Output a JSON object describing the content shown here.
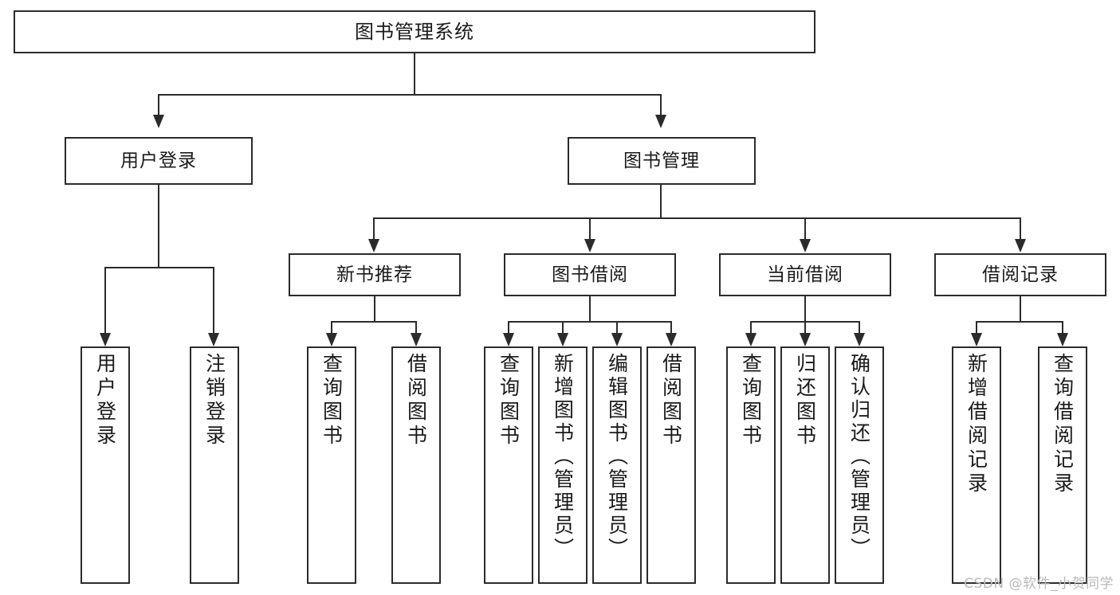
{
  "diagram": {
    "title": "图书管理系统",
    "type": "hierarchy-tree",
    "orientation": "top-down",
    "box_fill": "#ffffff",
    "box_stroke": "#2b2b2b",
    "connector_color": "#2b2b2b",
    "background": "#ffffff"
  },
  "root": {
    "label": "图书管理系统"
  },
  "level2": [
    {
      "label": "用户登录"
    },
    {
      "label": "图书管理"
    }
  ],
  "level3": [
    {
      "label": "新书推荐"
    },
    {
      "label": "图书借阅"
    },
    {
      "label": "当前借阅"
    },
    {
      "label": "借阅记录"
    }
  ],
  "leaves": {
    "user_login": [
      {
        "label": "用户登录"
      },
      {
        "label": "注销登录"
      }
    ],
    "new_book_recommend": [
      {
        "label": "查询图书"
      },
      {
        "label": "借阅图书"
      }
    ],
    "book_borrow": [
      {
        "label": "查询图书"
      },
      {
        "label": "新增图书（管理员）"
      },
      {
        "label": "编辑图书（管理员）"
      },
      {
        "label": "借阅图书"
      }
    ],
    "current_borrow": [
      {
        "label": "查询图书"
      },
      {
        "label": "归还图书"
      },
      {
        "label": "确认归还（管理员）"
      }
    ],
    "borrow_record": [
      {
        "label": "新增借阅记录"
      },
      {
        "label": "查询借阅记录"
      }
    ]
  },
  "watermark": {
    "text": "CSDN @软件_小贺同学"
  }
}
